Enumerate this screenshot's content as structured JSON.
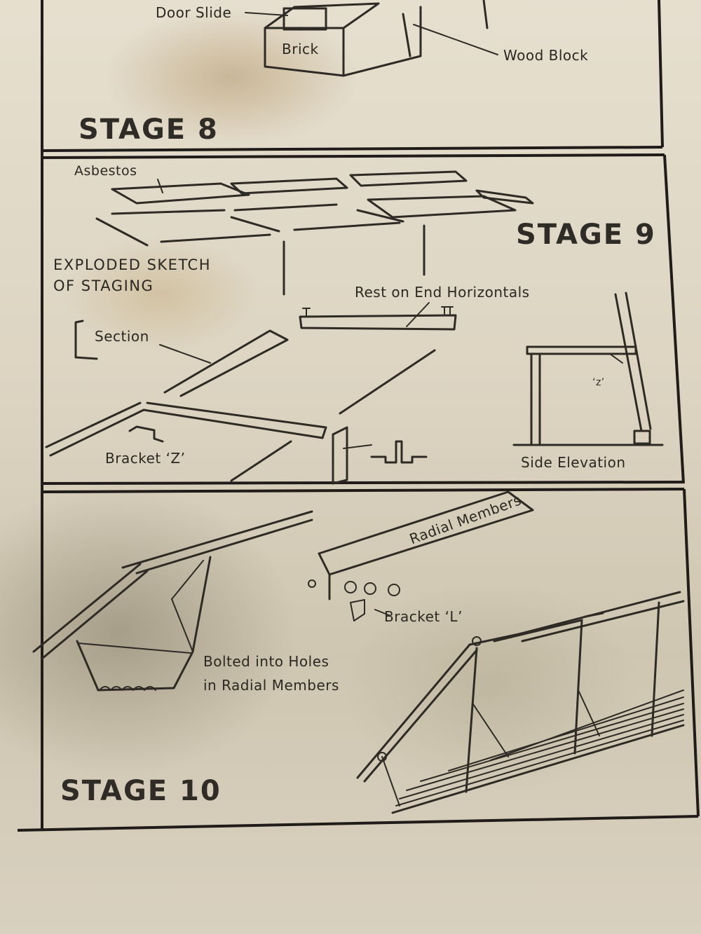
{
  "stage8": {
    "title": "STAGE 8",
    "labels": {
      "door_slide": "Door Slide",
      "brick": "Brick",
      "wood_block": "Wood Block"
    }
  },
  "stage9": {
    "title": "STAGE 9",
    "labels": {
      "asbestos": "Asbestos",
      "exploded_line1": "EXPLODED SKETCH",
      "exploded_line2": "OF STAGING",
      "rest_on_end": "Rest on End Horizontals",
      "section": "Section",
      "bracket_z": "Bracket ‘Z’",
      "side_elevation": "Side Elevation",
      "z_small": "‘z’"
    }
  },
  "stage10": {
    "title": "STAGE 10",
    "labels": {
      "radial_members": "Radial Members",
      "bracket_l": "Bracket ‘L’",
      "bolted_line1": "Bolted into Holes",
      "bolted_line2": "in Radial Members"
    }
  }
}
